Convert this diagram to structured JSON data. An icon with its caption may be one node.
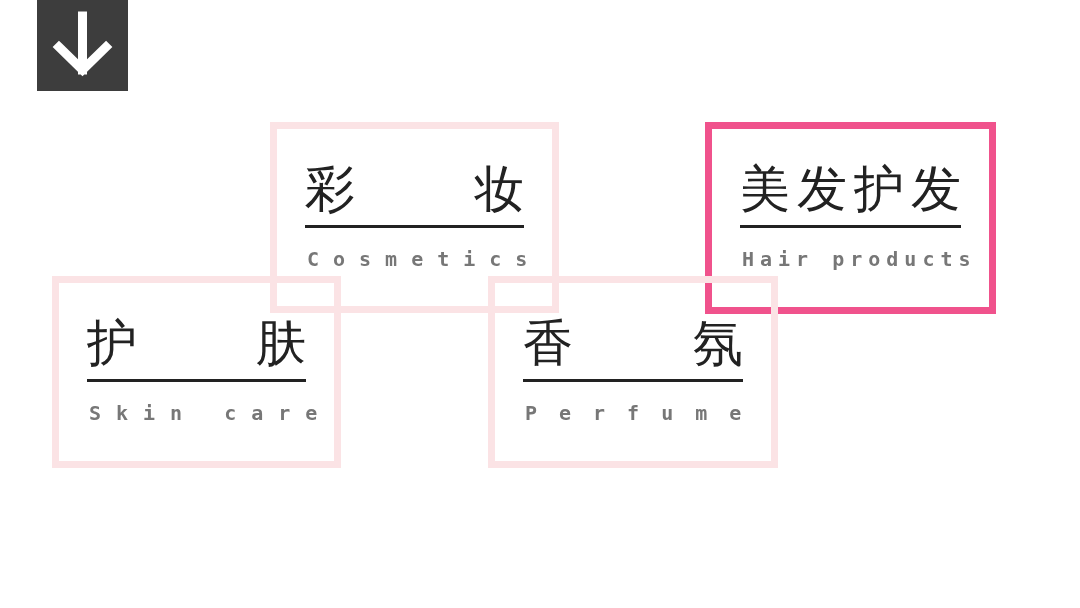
{
  "diagram": {
    "nodes": [
      {
        "text": [
          "彩妆",
          "Cosmetics"
        ]
      },
      {
        "text": [
          "美发护发",
          "Hair products"
        ]
      },
      {
        "text": [
          "护肤",
          "Skin care"
        ]
      },
      {
        "text": [
          "香氛",
          "Perfume"
        ]
      }
    ]
  }
}
